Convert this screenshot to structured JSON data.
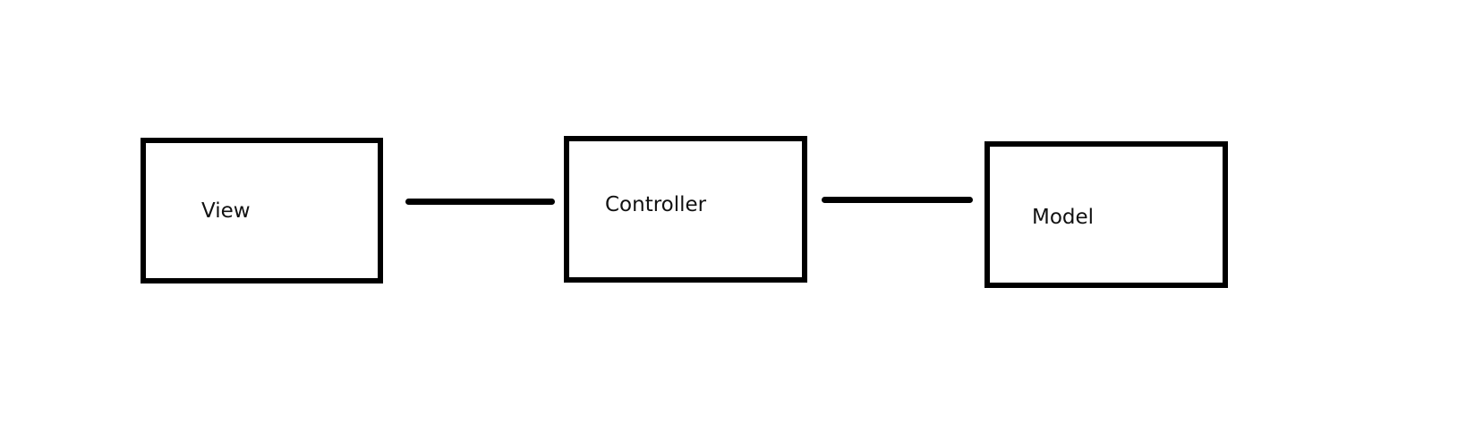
{
  "diagram": {
    "nodes": {
      "view": {
        "label": "View"
      },
      "controller": {
        "label": "Controller"
      },
      "model": {
        "label": "Model"
      }
    },
    "edges": [
      {
        "from": "view",
        "to": "controller"
      },
      {
        "from": "controller",
        "to": "model"
      }
    ],
    "colors": {
      "stroke": "#000000",
      "background": "#ffffff",
      "text": "#111111"
    }
  }
}
